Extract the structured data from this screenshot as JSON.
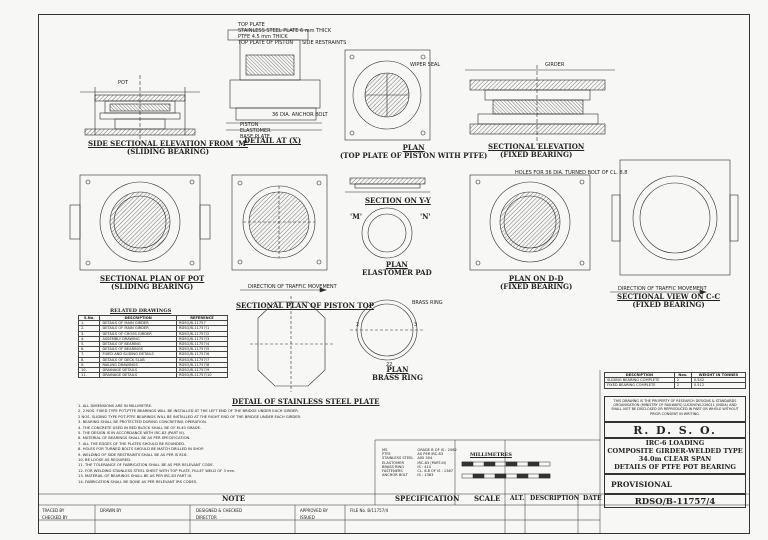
{
  "views": {
    "side_elev_title": "SIDE SECTIONAL ELEVATION FROM 'M'",
    "side_elev_sub": "(SLIDING BEARING)",
    "detail_x_title": "DETAIL AT (X)",
    "plan_top_title": "PLAN",
    "plan_top_sub": "(TOP PLATE OF PISTON WITH PTFE)",
    "sect_elev_fixed_title": "SECTIONAL ELEVATION",
    "sect_elev_fixed_sub": "(FIXED BEARING)",
    "sect_plan_pot_title": "SECTIONAL PLAN OF POT",
    "sect_plan_pot_sub": "(SLIDING BEARING)",
    "sect_plan_piston_title": "SECTIONAL PLAN OF PISTON TOP",
    "section_yy": "SECTION ON Y-Y",
    "plan_elastomer_title": "PLAN",
    "plan_elastomer_sub": "ELASTOMER PAD",
    "plan_dd_title": "PLAN ON D-D",
    "plan_dd_sub": "(FIXED BEARING)",
    "sect_view_cc_title": "SECTIONAL VIEW ON C-C",
    "sect_view_cc_sub": "(FIXED BEARING)",
    "plan_brass_title": "PLAN",
    "plan_brass_sub": "BRASS RING",
    "detail_ss_title": "DETAIL OF STAINLESS STEEL PLATE",
    "traffic_dir": "DIRECTION OF TRAFFIC MOVEMENT",
    "label_m": "'M'",
    "label_n": "'N'"
  },
  "labels": {
    "top_plate": "TOP PLATE",
    "ss_plate": "STAINLESS STEEL PLATE 6 mm THICK",
    "ptfe": "PTFE 4.5 mm THICK",
    "top_plate_piston": "TOP PLATE OF PISTON",
    "holes_bolt": "HOLES FOR 36 DIA. TURNED BOLT OF CL. 8.8",
    "piston": "PISTON",
    "elastomer": "ELASTOMER",
    "base_plate": "BASE PLATE",
    "anchor_bolt": "36 DIA. ANCHOR BOLT",
    "side_restraints": "SIDE RESTRAINTS",
    "pot": "POT",
    "wiper_seal": "WIPER SEAL",
    "girder": "GIRDER",
    "brass_ring": "BRASS RING",
    "dim_2": "2",
    "dim_3": "3",
    "dim_22": "22"
  },
  "related_drawings": {
    "heading": "RELATED DRAWINGS",
    "columns": [
      "S.No.",
      "DESCRIPTION",
      "REFERENCE"
    ],
    "rows": [
      [
        "1.",
        "DETAILS OF MAIN GIRDER",
        "RDSO/B-11757"
      ],
      [
        "2.",
        "DETAILS OF MAIN GIRDER",
        "RDSO/B-11757/1"
      ],
      [
        "3.",
        "DETAILS OF CROSS GIRDER",
        "RDSO/B-11757/2"
      ],
      [
        "4.",
        "ASSEMBLY DRAWING",
        "RDSO/B-11757/3"
      ],
      [
        "5.",
        "DETAILS OF BEARING",
        "RDSO/B-11757/4"
      ],
      [
        "6.",
        "DETAILS OF BEARINGS",
        "RDSO/B-11757/5"
      ],
      [
        "7.",
        "FIXED AND SLIDING DETAILS",
        "RDSO/B-11757/6"
      ],
      [
        "8.",
        "DETAILS OF DECK SLAB",
        "RDSO/B-11757/7"
      ],
      [
        "9.",
        "RAILING DRAWINGS",
        "RDSO/B-11757/8"
      ],
      [
        "10.",
        "DRAINAGE DETAILS",
        "RDSO/B-11757/9"
      ],
      [
        "11.",
        "DRAINAGE DETAILS",
        "RDSO/B-11757/10"
      ]
    ]
  },
  "notes": [
    "1. ALL DIMENSIONS ARE IN MILLIMETRE.",
    "2. 2 NOS. FIXED TYPE POT-PTFE BEARINGS WILL BE INSTALLED AT THE LEFT END OF THE BRIDGE UNDER EACH GIRDER.",
    "   2 NOS. SLIDING TYPE POT-PTFE BEARINGS WILL BE INSTALLED AT THE RIGHT END OF THE BRIDGE UNDER EACH GIRDER.",
    "3. BEARING SHALL BE PROTECTED DURING CONCRETING OPERATION.",
    "4. THE CONCRETE USED IN BED BLOCK SHALL BE OF M-40 GRADE.",
    "5. THE DESIGN IS IN ACCORDANCE WITH IRC-83 (PART III).",
    "6. MATERIAL OF BEARINGS SHALL BE AS PER SPECIFICATION.",
    "7. ALL THE EDGES OF THE PLATES SHOULD BE ROUNDED.",
    "8. HOLES FOR TURNED BOLTS SHOULD BE MATCH DRILLED IN SHOP.",
    "9. WELDING OF SIDE RESTRAINTS SHALL BE AS PER IS 816.",
    "10. BE LOOSE AS REQUIRED.",
    "11. THE TOLERANCE OF FABRICATION SHALL BE AS PER RELEVANT CODE.",
    "12. FOR WELDING STAINLESS STEEL SHEET WITH TOP PLATE, FILLET WELD OF 3 mm.",
    "13. MATERIAL OF BEARINGS SHALL BE AS PER IRC-83 PART III.",
    "14. FABRICATION SHALL BE DONE AS PER RELEVANT IRS CODES."
  ],
  "spec_block": {
    "rows": [
      [
        "MS",
        "GRADE B OF IS : 2062"
      ],
      [
        "PTFE",
        "AS PER IRC-83"
      ],
      [
        "STAINLESS STEEL",
        "AISI 304"
      ],
      [
        "ELASTOMER",
        "IRC-83 (PART-III)"
      ],
      [
        "BRASS RING",
        "IS : 410"
      ],
      [
        "FASTENERS",
        "CL. 8.8 OF IS : 1367"
      ],
      [
        "ANCHOR BOLT",
        "IS : 1363"
      ]
    ]
  },
  "scale_block": {
    "heading": "MILLIMETRES"
  },
  "bottom_labels": {
    "note": "NOTE",
    "specification": "SPECIFICATION",
    "scale": "SCALE",
    "alt": "ALT.",
    "description": "DESCRIPTION",
    "date": "DATE"
  },
  "weight_table": {
    "columns": [
      "DESCRIPTION",
      "Nos.",
      "WEIGHT IN TONNES"
    ],
    "rows": [
      [
        "SLIDING BEARING COMPLETE",
        "2",
        "0.542"
      ],
      [
        "FIXED BEARING COMPLETE",
        "2",
        "0.512"
      ]
    ]
  },
  "title_block": {
    "property_note": "THIS DRAWING IS THE PROPERTY OF RESEARCH DESIGNS & STANDARDS ORGANISATION (MINISTRY OF RAILWAYS) LUCKNOW-226011 (INDIA) AND SHALL NOT BE DISCLOSED OR REPRODUCED IN PART OR WHOLE WITHOUT PRIOR CONSENT IN WRITING.",
    "org": "R. D. S. O.",
    "loading": "IRC-6 LOADING",
    "type": "COMPOSITE GIRDER-WELDED TYPE",
    "span": "34.0m CLEAR SPAN",
    "subject": "DETAILS OF PTFE POT BEARING",
    "status": "PROVISIONAL",
    "drawing_no": "RDSO/B-11757/4"
  },
  "signatures": {
    "traced": "TRACED BY",
    "checked": "CHECKED BY",
    "designed": "DESIGNED & CHECKED",
    "approved": "APPROVED BY",
    "drawn": "DRAWN BY",
    "director": "DIRECTOR",
    "issued": "ISSUED",
    "file_no": "FILE No. B/11757/4"
  },
  "colors": {
    "line": "#2b2b2b",
    "hatch": "#555555",
    "paper": "#f7f7f5"
  }
}
